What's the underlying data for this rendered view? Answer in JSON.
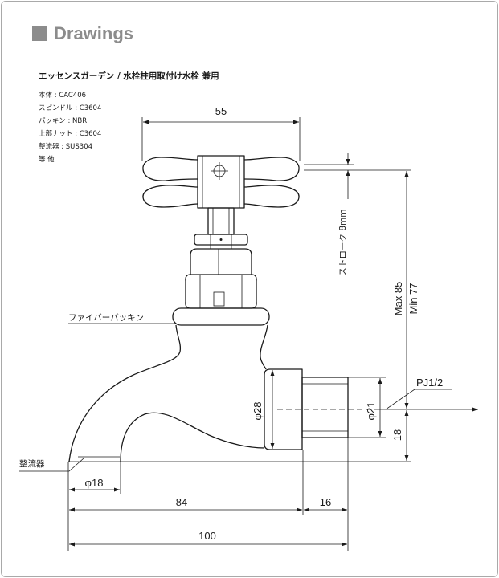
{
  "header": {
    "title": "Drawings",
    "icon": "square-icon"
  },
  "product": {
    "title": "エッセンスガーデン / 水栓柱用取付け水栓 兼用",
    "materials": [
      "本体 : CAC406",
      "スピンドル : C3604",
      "パッキン : NBR",
      "上部ナット : C3604",
      "整流器 : SUS304",
      "等 他"
    ]
  },
  "drawing": {
    "dimensions": {
      "handle_width": "55",
      "stroke": "ストローク 8mm",
      "height_max": "Max 85",
      "height_min": "Min 77",
      "inlet_diameter": "φ28",
      "thread_diameter": "φ21",
      "center_height": "18",
      "outlet_diameter": "φ18",
      "spout_reach": "84",
      "thread_length": "16",
      "overall_length": "100"
    },
    "callouts": {
      "thread_spec": "PJ1/2",
      "fiber_packing": "ファイバーパッキン",
      "aerator": "整流器"
    }
  },
  "colors": {
    "header": "#8c8c8c",
    "line": "#1a1a1a",
    "frame": "#a9a9a9"
  }
}
